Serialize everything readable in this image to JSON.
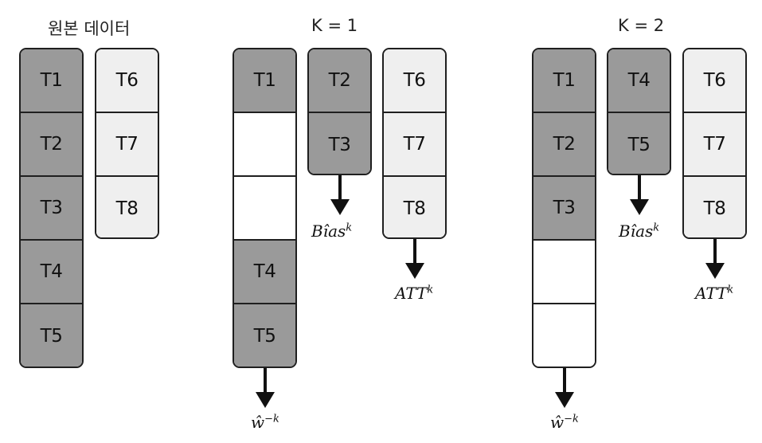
{
  "titles": {
    "original": "원본 데이터",
    "k1": "K = 1",
    "k2": "K = 2"
  },
  "cells": {
    "t1": "T1",
    "t2": "T2",
    "t3": "T3",
    "t4": "T4",
    "t5": "T5",
    "t6": "T6",
    "t7": "T7",
    "t8": "T8"
  },
  "labels": {
    "w_base": "ŵ",
    "w_sup": "−k",
    "bias_base": "Bîas",
    "bias_sup": "k",
    "att_base": "ATT",
    "att_sup": "k"
  },
  "colors": {
    "dark_cell": "#9a9a9a",
    "light_cell": "#efefef",
    "blank_cell": "#ffffff"
  }
}
